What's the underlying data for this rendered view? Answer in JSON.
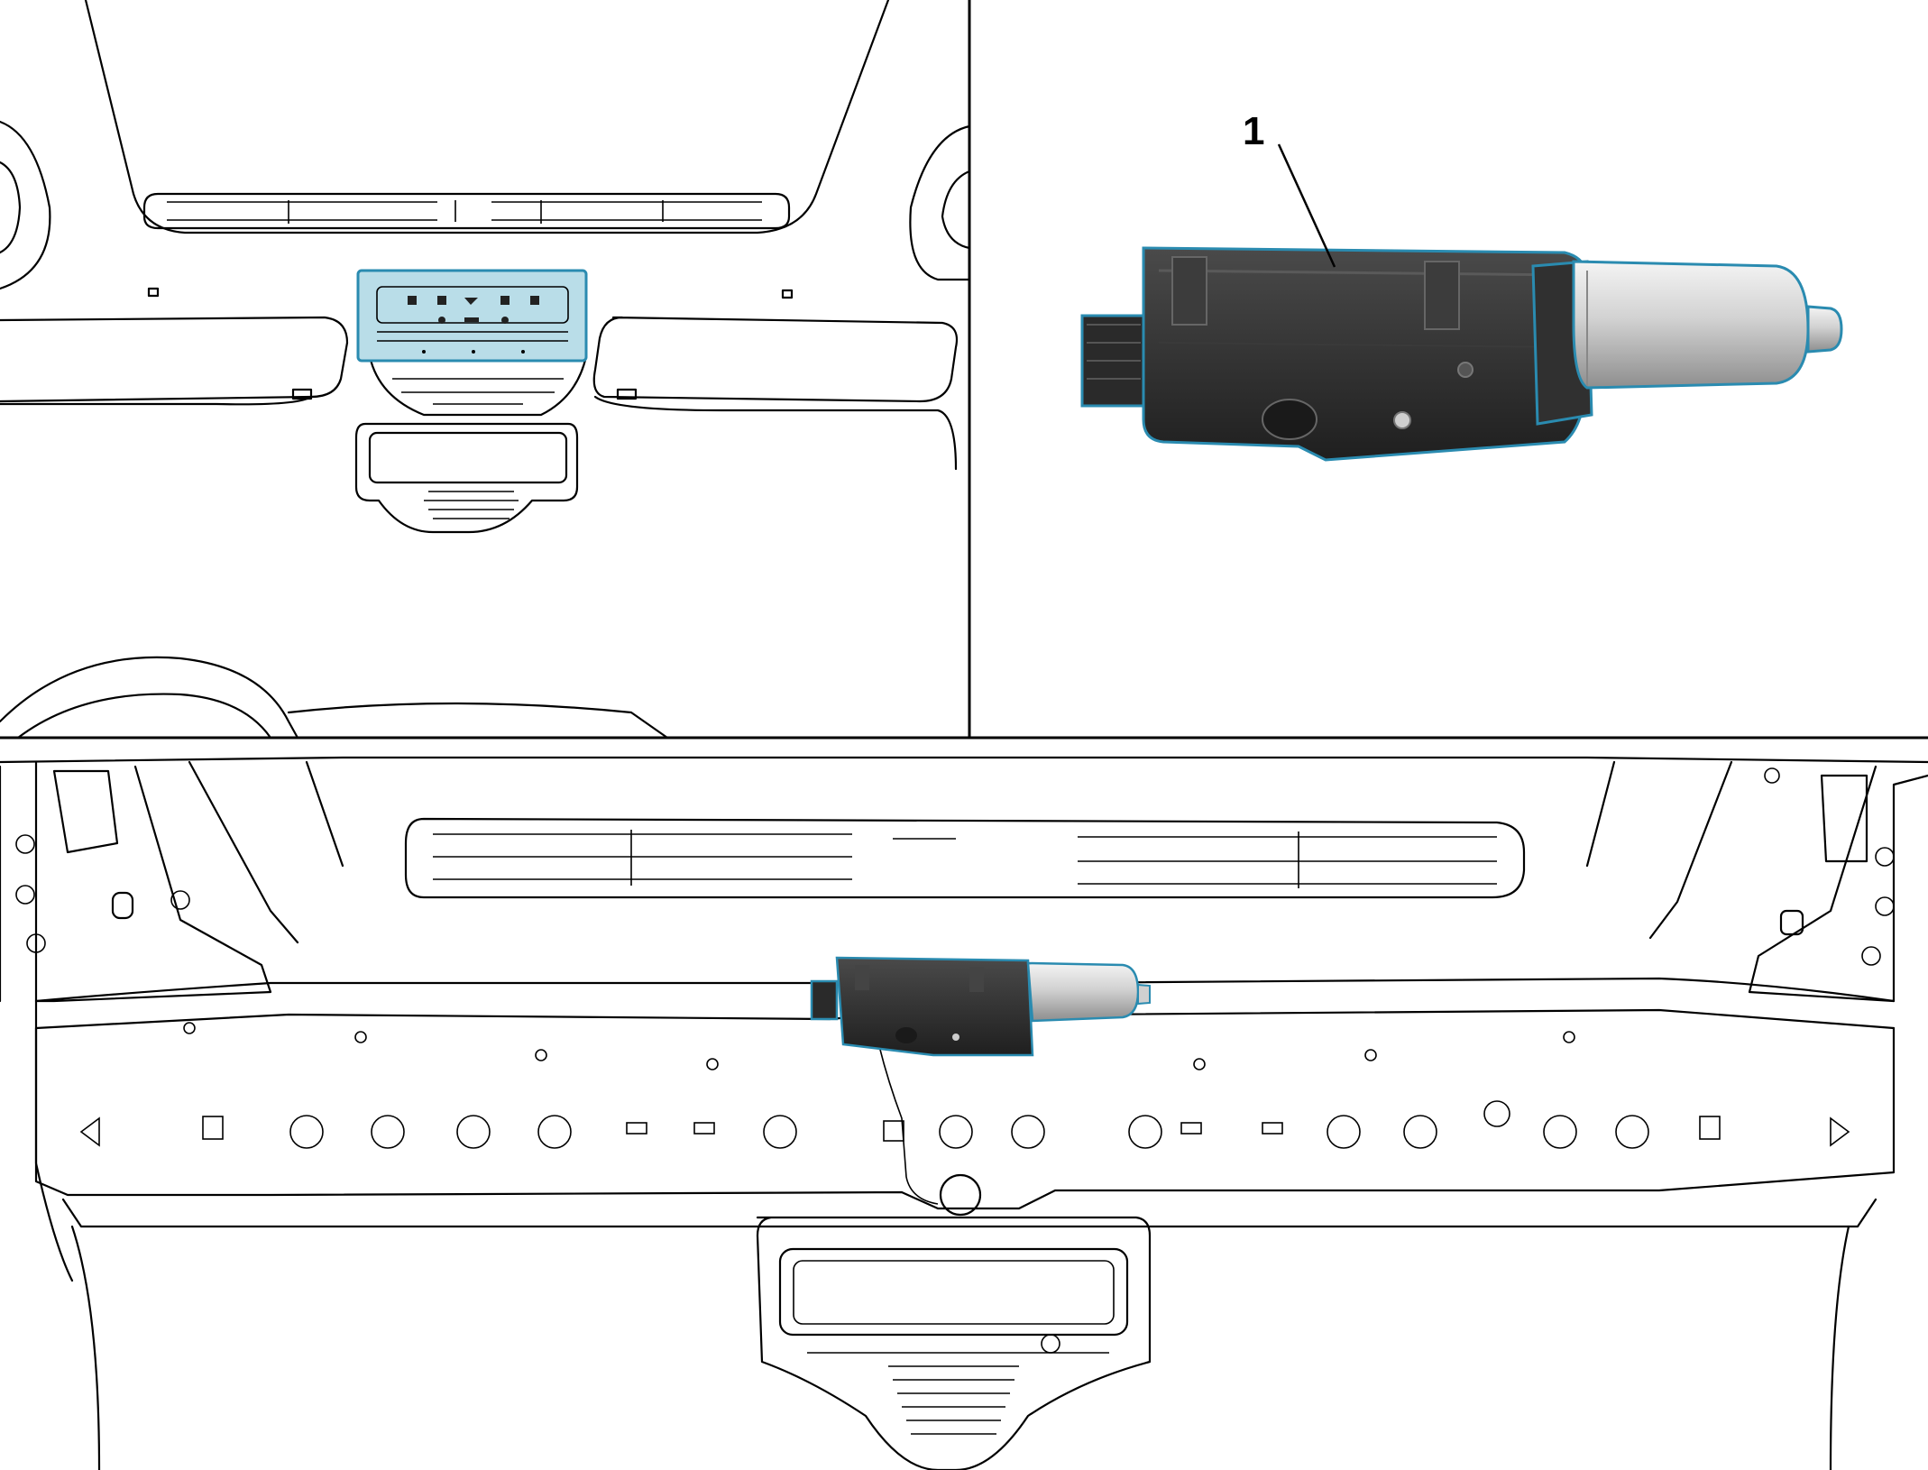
{
  "callouts": [
    {
      "label": "1"
    }
  ],
  "colors": {
    "highlight_fill": "#b9dde8",
    "highlight_stroke": "#2a8bb0",
    "motor_body": "#2e2e2e",
    "motor_cylinder": "#d8d8d8"
  },
  "icons": {
    "panel_top_left": "overhead-console-view",
    "panel_top_right": "sunroof-motor-detail",
    "panel_bottom": "roof-frame-motor-location"
  }
}
